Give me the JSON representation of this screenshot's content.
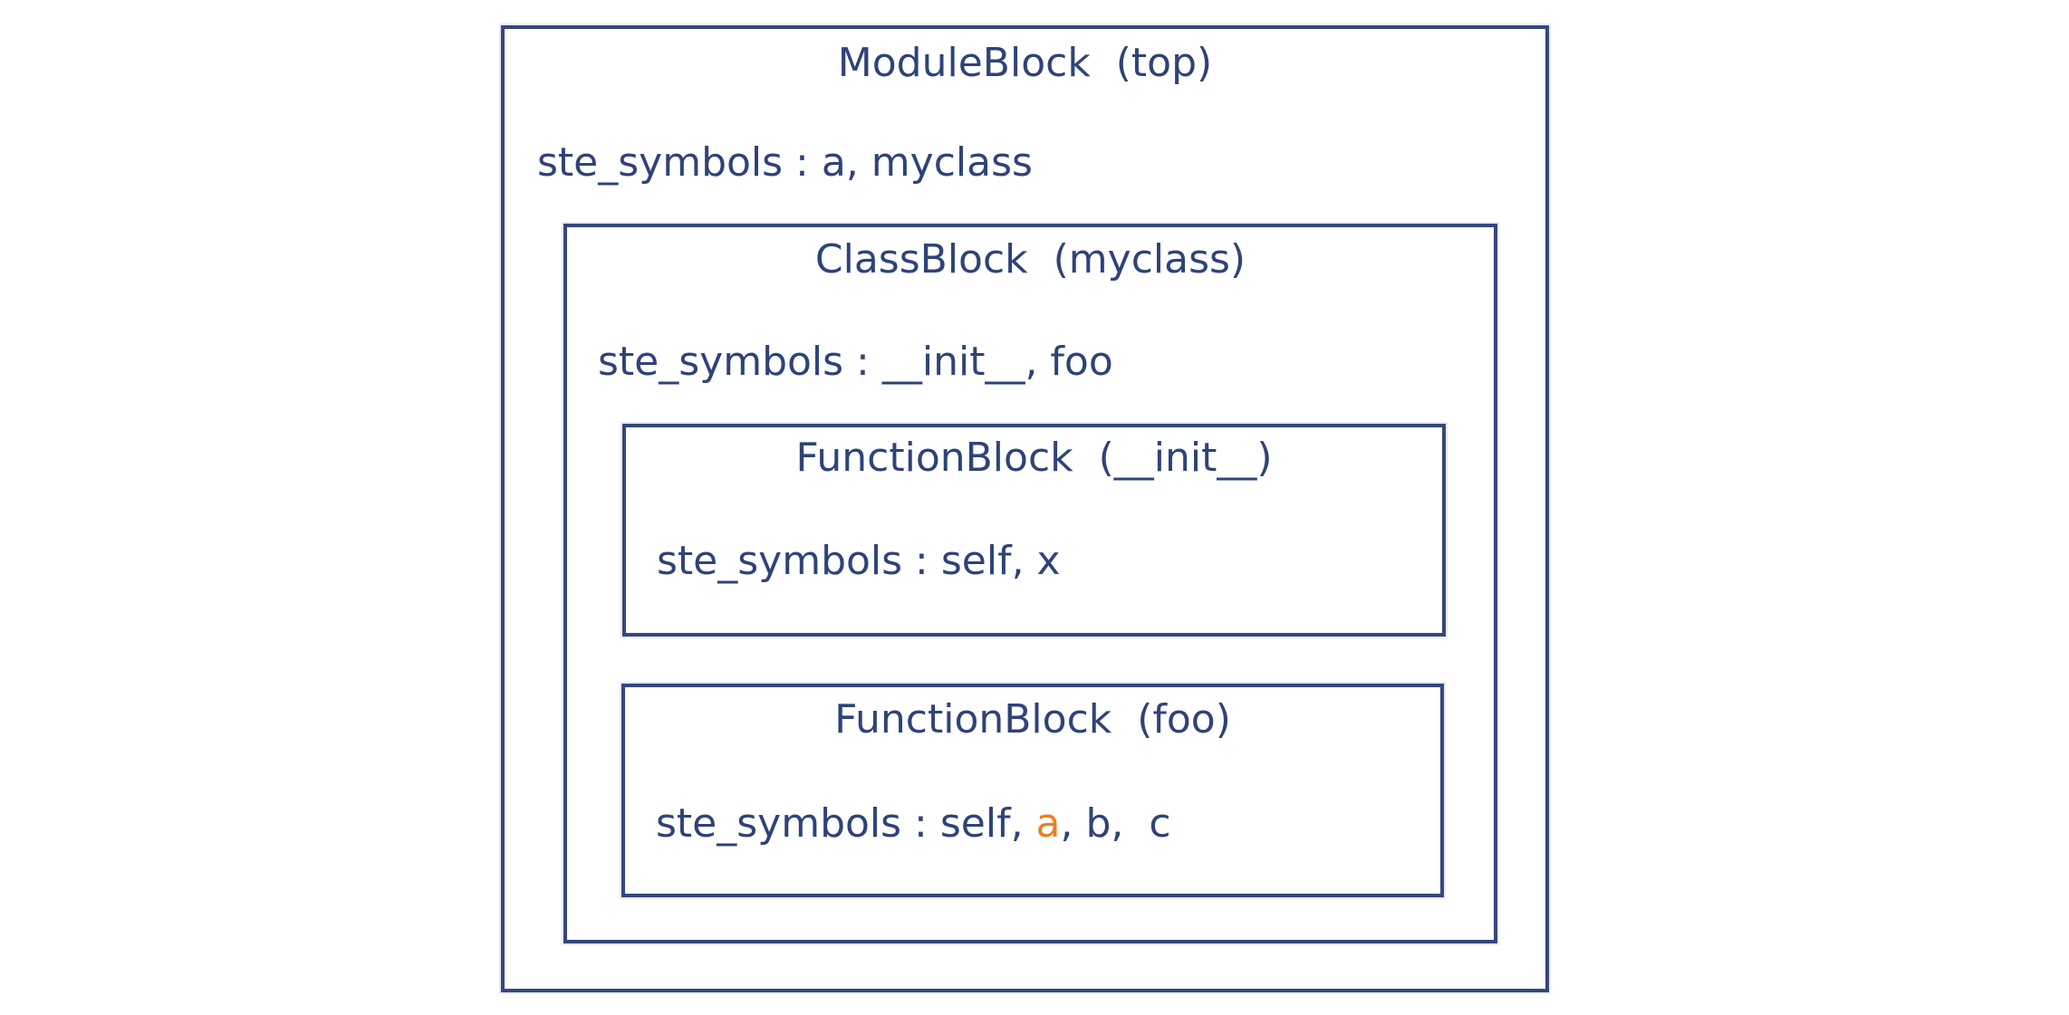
{
  "colors": {
    "line": "#35477e",
    "text": "#2e4378",
    "highlight": "#ee7d22",
    "background": "#ffffff"
  },
  "diagram": {
    "module_block": {
      "title": "ModuleBlock  (top)",
      "symbols_label": "ste_symbols : a, myclass",
      "class_block": {
        "title": "ClassBlock  (myclass)",
        "symbols_label": "ste_symbols : __init__, foo",
        "init_block": {
          "title": "FunctionBlock  (__init__)",
          "symbols_label": "ste_symbols : self, x"
        },
        "foo_block": {
          "title": "FunctionBlock  (foo)",
          "symbols_prefix": "ste_symbols : self, ",
          "symbols_highlight": "a",
          "symbols_suffix": ", b,  c"
        }
      }
    }
  }
}
